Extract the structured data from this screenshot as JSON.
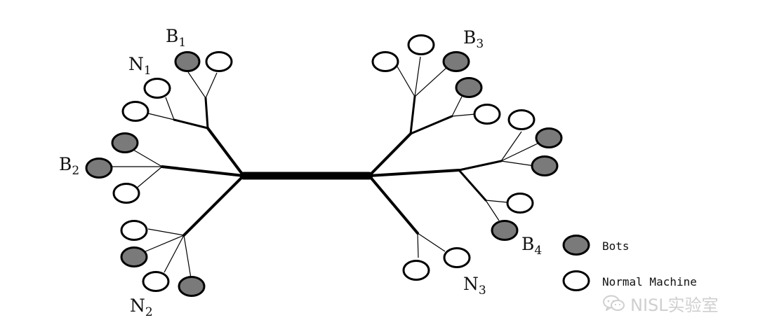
{
  "diagram": {
    "labels": {
      "b1": {
        "base": "B",
        "sub": "1"
      },
      "b2": {
        "base": "B",
        "sub": "2"
      },
      "b3": {
        "base": "B",
        "sub": "3"
      },
      "b4": {
        "base": "B",
        "sub": "4"
      },
      "n1": {
        "base": "N",
        "sub": "1"
      },
      "n2": {
        "base": "N",
        "sub": "2"
      },
      "n3": {
        "base": "N",
        "sub": "3"
      }
    },
    "legend": {
      "bots": "Bots",
      "normal": "Normal Machine"
    },
    "colors": {
      "bot_fill": "#7a7a7a",
      "normal_fill": "#ffffff",
      "stroke": "#000000",
      "watermark": "#cfcfcf"
    }
  },
  "watermark": {
    "icon": "wechat-icon",
    "text": "NISL实验室"
  }
}
